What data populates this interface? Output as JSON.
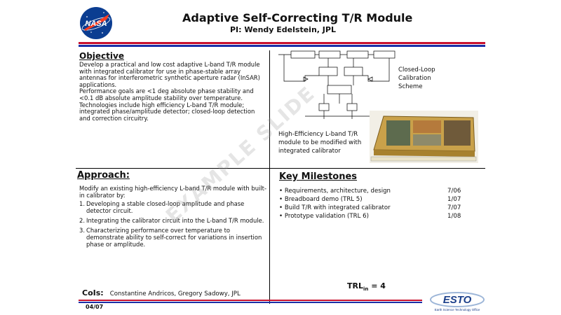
{
  "header": {
    "title": "Adaptive Self-Correcting T/R Module",
    "subtitle": "PI: Wendy Edelstein, JPL"
  },
  "logo": {
    "text": "NASA",
    "colors": {
      "blue": "#0b3d91",
      "red": "#fc3d21"
    }
  },
  "objective": {
    "heading": "Objective",
    "paragraphs": [
      "Develop a practical and low cost adaptive L-band T/R module with integrated calibrator for use in phase-stable array antennas for interferometric synthetic aperture radar (InSAR) applications.",
      "Performance goals are <1 deg absolute phase stability and <0.1 dB absolute amplitude stability over temperature.",
      "Technologies include high efficiency L-band T/R module; integrated phase/amplitude detector; closed-loop detection and correction circuitry."
    ]
  },
  "figures": {
    "diagram_caption": "Closed-Loop Calibration Scheme",
    "photo_caption": "High-Efficiency L-band T/R module to be modified with integrated calibrator"
  },
  "approach": {
    "heading": "Approach:",
    "intro": "Modify an existing high-efficiency L-band T/R module with built-in calibrator by:",
    "steps": [
      "Developing a stable closed-loop amplitude and phase detector circuit.",
      "Integrating the calibrator circuit into the L-band T/R module.",
      "Characterizing performance over temperature to demonstrate ability to self-correct for variations in insertion phase or amplitude."
    ]
  },
  "milestones": {
    "heading": "Key Milestones",
    "items": [
      {
        "label": "Requirements, architecture, design",
        "date": "7/06"
      },
      {
        "label": "Breadboard demo (TRL 5)",
        "date": "1/07"
      },
      {
        "label": "Build T/R with integrated calibrator",
        "date": "7/07"
      },
      {
        "label": "Prototype validation (TRL 6)",
        "date": "1/08"
      }
    ]
  },
  "cois": {
    "label": "CoIs:",
    "names": "Constantine Andricos, Gregory Sadowy, JPL"
  },
  "trl": {
    "prefix": "TRL",
    "subscript": "in",
    "value": "= 4"
  },
  "footer": {
    "date": "04/07",
    "esto_logo": "ESTO",
    "esto_tagline": "Earth Science Technology Office"
  },
  "watermark": "EXAMPLE SLIDE"
}
